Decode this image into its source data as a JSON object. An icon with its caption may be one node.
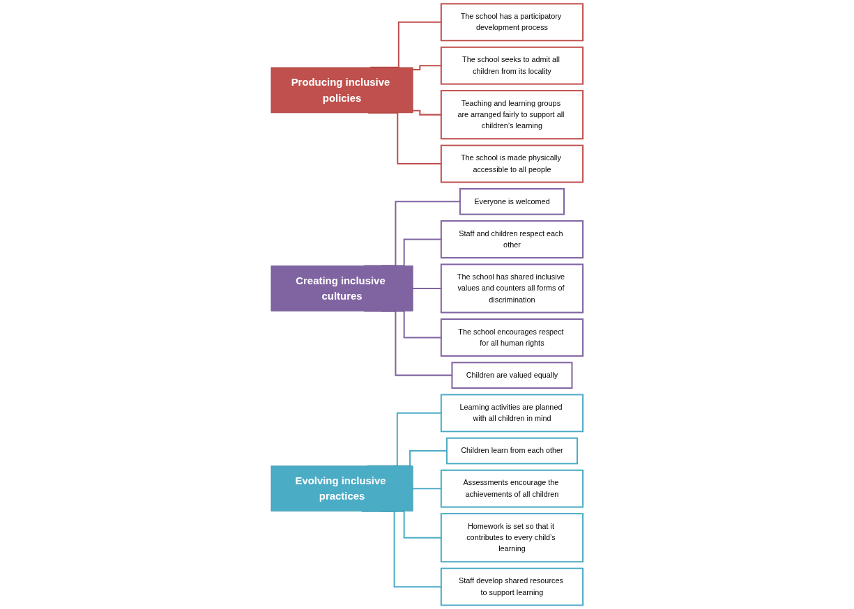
{
  "diagram": {
    "nodes": [
      {
        "text": [
          "Producing inclusive policies"
        ]
      },
      {
        "text": [
          "The school has a participatory development process"
        ]
      },
      {
        "text": [
          "The school seeks to admit all children from its locality"
        ]
      },
      {
        "text": [
          "Teaching and learning groups are arranged fairly to support all children’s learning"
        ]
      },
      {
        "text": [
          "The school is made physically accessible to all people"
        ]
      },
      {
        "text": [
          "Creating inclusive cultures"
        ]
      },
      {
        "text": [
          "Everyone is welcomed"
        ]
      },
      {
        "text": [
          "Staff and children respect each other"
        ]
      },
      {
        "text": [
          "The school has shared inclusive values and counters all forms of discrimination"
        ]
      },
      {
        "text": [
          "The school encourages respect for all human rights"
        ]
      },
      {
        "text": [
          "Children are valued equally"
        ]
      },
      {
        "text": [
          "Evolving inclusive practices"
        ]
      },
      {
        "text": [
          "Learning activities are planned with all children in mind"
        ]
      },
      {
        "text": [
          "Children learn from each other"
        ]
      },
      {
        "text": [
          "Assessments encourage the achievements of all children"
        ]
      },
      {
        "text": [
          "Homework is set so that it contributes to every child’s learning"
        ]
      },
      {
        "text": [
          "Staff develop shared resources to support learning"
        ]
      }
    ],
    "edges": [
      {
        "from": 0,
        "to": 1,
        "arrow": "none"
      },
      {
        "from": 0,
        "to": 2,
        "arrow": "none"
      },
      {
        "from": 0,
        "to": 3,
        "arrow": "none"
      },
      {
        "from": 0,
        "to": 4,
        "arrow": "none"
      },
      {
        "from": 5,
        "to": 6,
        "arrow": "none"
      },
      {
        "from": 5,
        "to": 7,
        "arrow": "none"
      },
      {
        "from": 5,
        "to": 8,
        "arrow": "none"
      },
      {
        "from": 5,
        "to": 9,
        "arrow": "none"
      },
      {
        "from": 5,
        "to": 10,
        "arrow": "none"
      },
      {
        "from": 11,
        "to": 12,
        "arrow": "none"
      },
      {
        "from": 11,
        "to": 13,
        "arrow": "none"
      },
      {
        "from": 11,
        "to": 14,
        "arrow": "none"
      },
      {
        "from": 11,
        "to": 15,
        "arrow": "none"
      },
      {
        "from": 11,
        "to": 16,
        "arrow": "none"
      }
    ]
  }
}
